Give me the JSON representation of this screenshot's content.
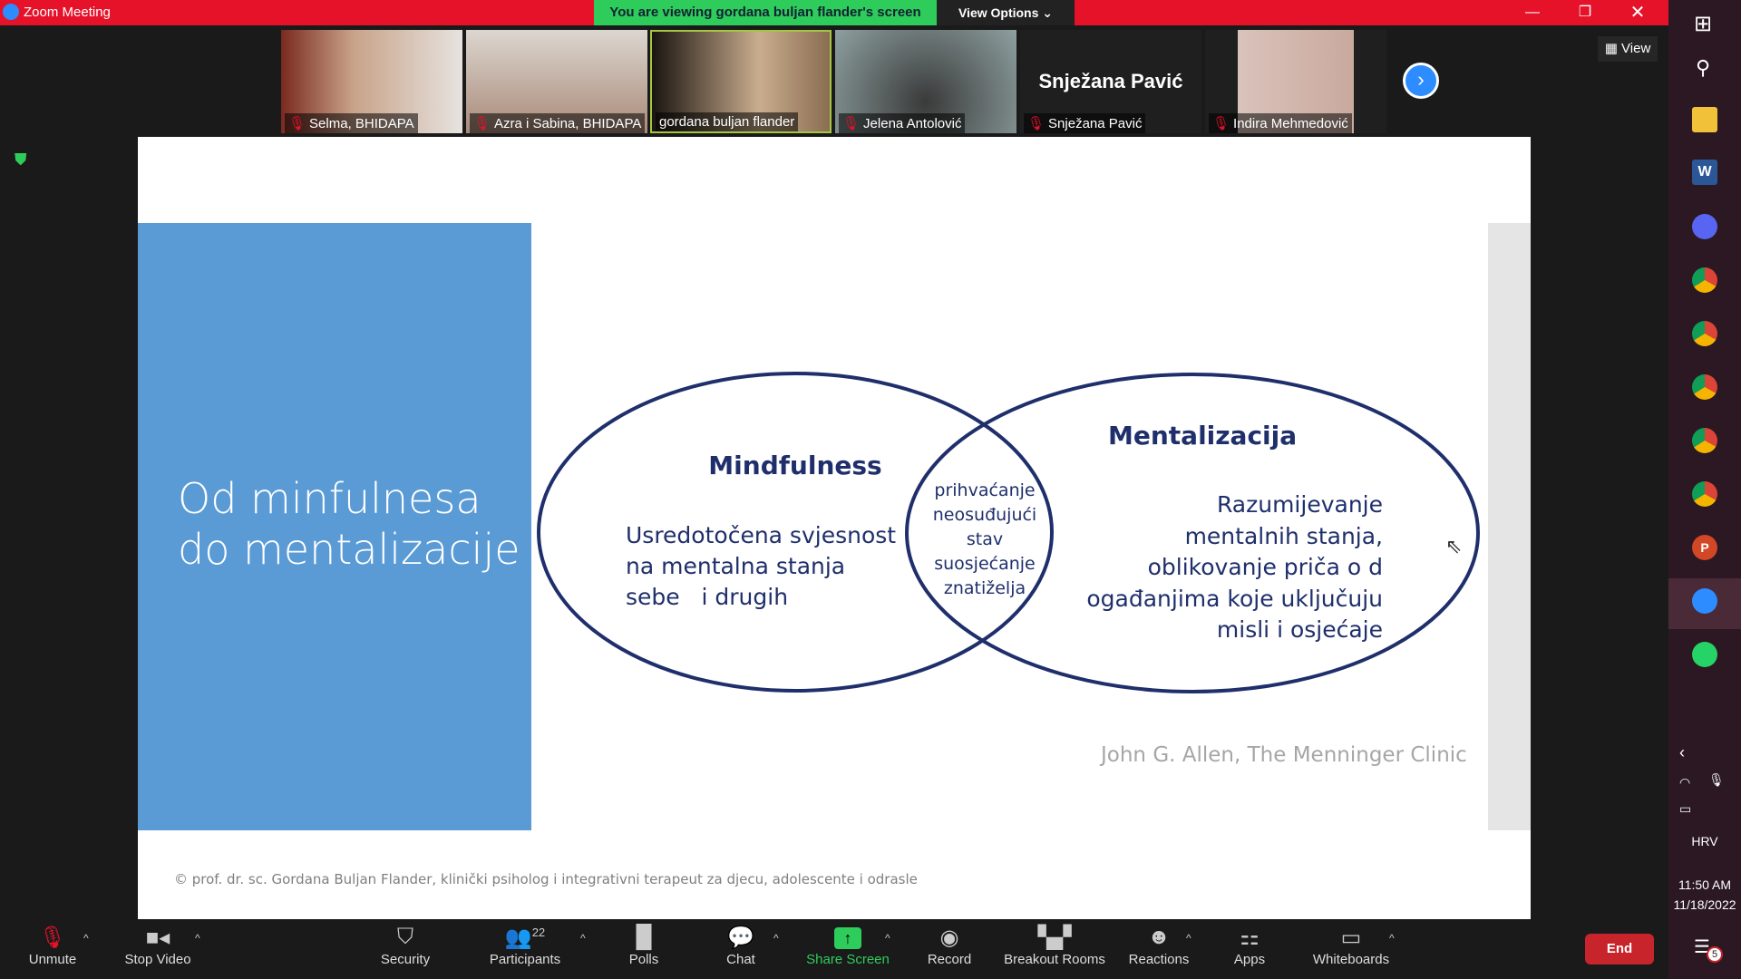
{
  "window": {
    "title": "Zoom Meeting",
    "banner": "You are viewing gordana buljan flander's screen",
    "view_options": "View Options ⌄",
    "view": "View"
  },
  "colors": {
    "titlebar": "#e5122a",
    "banner": "#2ecc5b",
    "slide_blue": "#5b9bd5",
    "venn_navy": "#1f2f6b"
  },
  "participants": [
    {
      "name": "Selma, BHIDAPA",
      "muted": true
    },
    {
      "name": "Azra i Sabina, BHIDAPA",
      "muted": true
    },
    {
      "name": "gordana buljan flander",
      "muted": false
    },
    {
      "name": "Jelena Antolović",
      "muted": true
    },
    {
      "name": "Snježana Pavić",
      "muted": true,
      "video_off": true
    },
    {
      "name": "Indira Mehmedović",
      "muted": true
    }
  ],
  "slide": {
    "title_line1": "Od minfulnesa",
    "title_line2": "do mentalizacije",
    "left_heading": "Mindfulness",
    "left_body": [
      "Usredotočena svjesnost",
      "na mentalna stanja",
      "sebe   i drugih"
    ],
    "middle": [
      "prihvaćanje",
      "neosuđujući",
      "stav",
      "suosjećanje",
      "znatiželja"
    ],
    "right_heading": "Mentalizacija",
    "right_body": [
      "Razumijevanje",
      "mentalnih stanja,",
      "oblikovanje priča o d",
      "ogađanjima koje uključuju",
      "misli i osjećaje"
    ],
    "citation": "John G. Allen, The Menninger Clinic",
    "footer": "© prof. dr. sc. Gordana Buljan Flander, klinički psiholog i integrativni terapeut za djecu, adolescente i odrasle"
  },
  "toolbar": {
    "unmute": "Unmute",
    "stop_video": "Stop Video",
    "security": "Security",
    "participants": "Participants",
    "participant_count": "22",
    "polls": "Polls",
    "chat": "Chat",
    "share_screen": "Share Screen",
    "record": "Record",
    "breakout": "Breakout Rooms",
    "reactions": "Reactions",
    "apps": "Apps",
    "whiteboards": "Whiteboards",
    "end": "End"
  },
  "system": {
    "lang": "HRV",
    "time": "11:50 AM",
    "date": "11/18/2022",
    "notifications": "5"
  }
}
